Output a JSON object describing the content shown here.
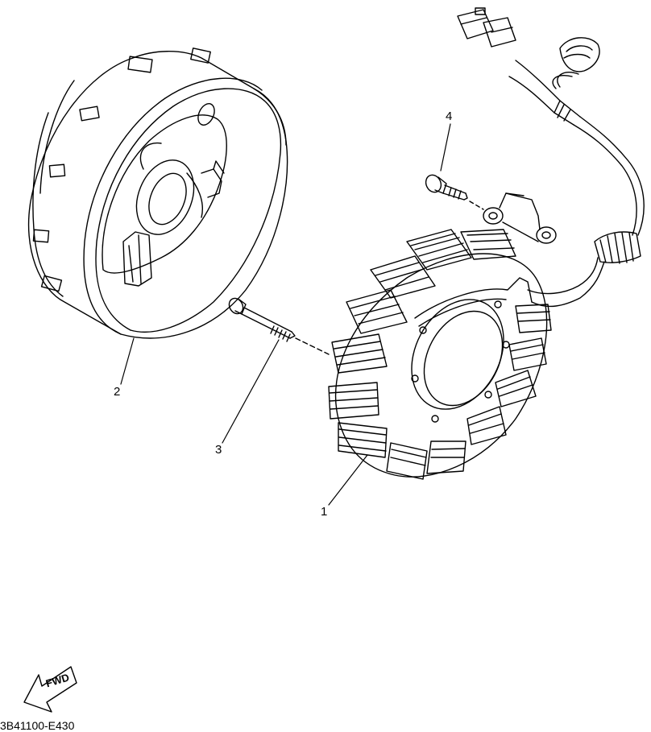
{
  "callouts": {
    "part_1": "1",
    "part_2": "2",
    "part_3": "3",
    "part_4": "4"
  },
  "fwd_label": "FWD",
  "diagram_code": "3B41100-E430",
  "colors": {
    "ink": "#000000",
    "paper": "#ffffff"
  }
}
